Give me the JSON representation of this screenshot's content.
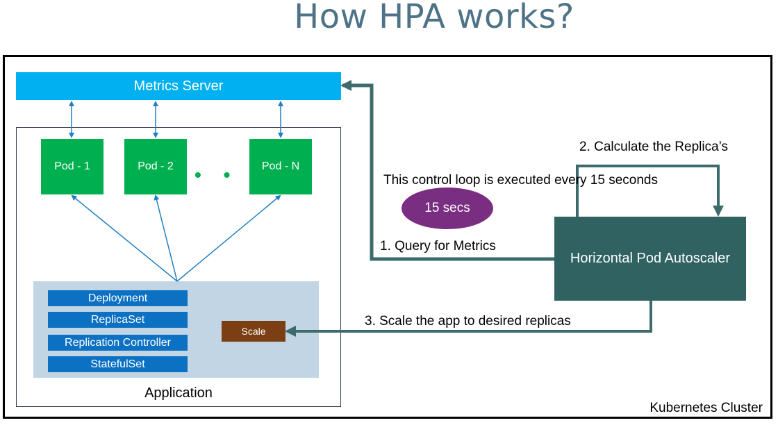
{
  "title": "How HPA works?",
  "cluster_label": "Kubernetes Cluster",
  "metrics_server": "Metrics Server",
  "pods": [
    "Pod - 1",
    "Pod - 2",
    "Pod - N"
  ],
  "pod_ellipsis": "• • •",
  "workloads": [
    "Deployment",
    "ReplicaSet",
    "Replication Controller",
    "StatefulSet"
  ],
  "scale_label": "Scale",
  "application_label": "Application",
  "hpa_label": "Horizontal Pod Autoscaler",
  "loop_text": "This control loop is executed every 15 seconds",
  "interval_badge": "15 secs",
  "step1": "1. Query for Metrics",
  "step2": "2. Calculate the Replica’s",
  "step3": "3. Scale the app to desired replicas",
  "colors": {
    "metrics": "#00b0f0",
    "pod": "#00b050",
    "workload": "#0c71c3",
    "scale": "#7b3f13",
    "hpa": "#316262",
    "badge": "#7a2e82",
    "connector": "#3d6b6b",
    "link": "#1f7fc0"
  }
}
